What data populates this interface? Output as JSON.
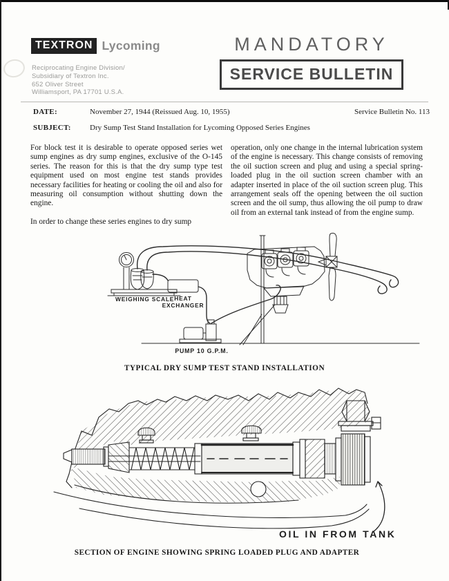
{
  "header": {
    "logo_textron": "TEXTRON",
    "logo_lycoming": "Lycoming",
    "address_lines": [
      "Reciprocating Engine Division/",
      "Subsidiary of Textron Inc.",
      "652 Oliver Street",
      "Williamsport, PA   17701   U.S.A."
    ],
    "mandatory": "MANDATORY",
    "service_bulletin": "SERVICE BULLETIN"
  },
  "meta": {
    "date_label": "DATE:",
    "date_value": "November 27, 1944  (Reissued Aug. 10, 1955)",
    "bulletin_no": "Service Bulletin No. 113",
    "subject_label": "SUBJECT:",
    "subject_value": "Dry Sump Test Stand Installation for Lycoming Opposed Series Engines"
  },
  "body": {
    "col_left_p1": "For block test it is desirable to operate opposed series wet sump engines as dry sump engines, exclusive of the O-145 series.  The reason for this is that the dry sump type test equipment used on most engine test stands provides necessary facilities for heating or cooling the oil and also for measuring oil consumption without shutting down the engine.",
    "col_left_p2": "In order to change these series engines to dry sump",
    "col_right_p1": "operation, only one change in the internal lubrication system of the engine is necessary.  This change consists of removing the oil suction screen and plug and using a special spring-loaded plug in the oil suction screen chamber with an adapter inserted in place of the oil suction screen plug.  This arrangement seals off the opening between the oil suction screen and the oil sump, thus allowing the oil pump to draw oil from an external tank instead of from the engine sump."
  },
  "figure1": {
    "weighing_scale": "WEIGHING SCALE",
    "heat_line1": "HEAT",
    "heat_line2": "EXCHANGER",
    "pump": "PUMP 10 G.P.M.",
    "caption": "TYPICAL DRY SUMP TEST STAND INSTALLATION"
  },
  "figure2": {
    "oil_in": "OIL IN FROM TANK",
    "caption": "SECTION OF ENGINE SHOWING SPRING LOADED PLUG AND ADAPTER"
  },
  "colors": {
    "ink": "#1c1c1c",
    "logo_box": "#222222",
    "logo_gray": "#8a8a8a",
    "mandatory_gray": "#5f5f5f",
    "paper": "#fdfdfb"
  }
}
